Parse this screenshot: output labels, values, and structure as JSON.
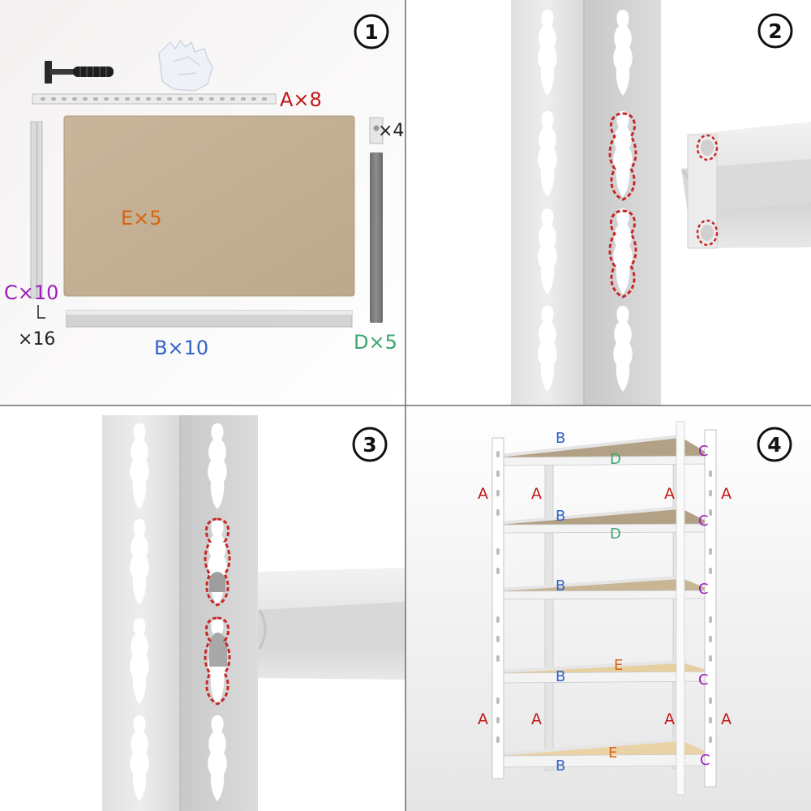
{
  "steps": [
    "1",
    "2",
    "3",
    "4"
  ],
  "parts": {
    "a": "A×8",
    "e": "E×5",
    "c": "C×10",
    "b": "B×10",
    "d": "D×5",
    "corner_count": "×4",
    "screw_count": "×16"
  },
  "shelf_labels": {
    "a": "A",
    "b": "B",
    "c": "C",
    "d": "D",
    "e": "E"
  },
  "colors": {
    "a": "#c01818",
    "b": "#2f62c8",
    "c": "#9a1fb8",
    "d": "#3aa66e",
    "e": "#d9620e",
    "board": "#c3ae93",
    "highlight": "#c62828",
    "divider": "#6e6e6e"
  },
  "icons": [
    "hammer-icon",
    "gloves-icon"
  ]
}
